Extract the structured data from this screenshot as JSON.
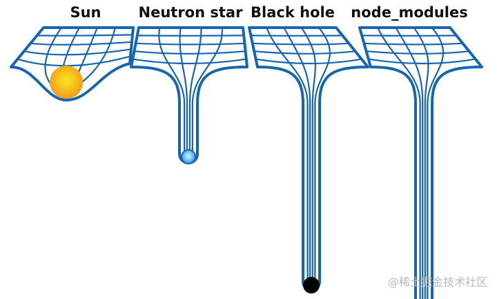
{
  "panels": [
    {
      "label": "Sun",
      "mass_object": "sun-ball"
    },
    {
      "label": "Neutron star",
      "mass_object": "neutron-star-ball"
    },
    {
      "label": "Black hole",
      "mass_object": "black-hole-ball"
    },
    {
      "label": "node_modules",
      "mass_object": "none"
    }
  ],
  "watermark": "@稀土掘金技术社区",
  "colors": {
    "grid": "#1565b0",
    "sun_core": "#ffe81a",
    "sun_edge": "#f29a1c",
    "neutron_core": "#d8f3ff",
    "neutron_edge": "#2a9be0",
    "black_hole": "#000000"
  }
}
